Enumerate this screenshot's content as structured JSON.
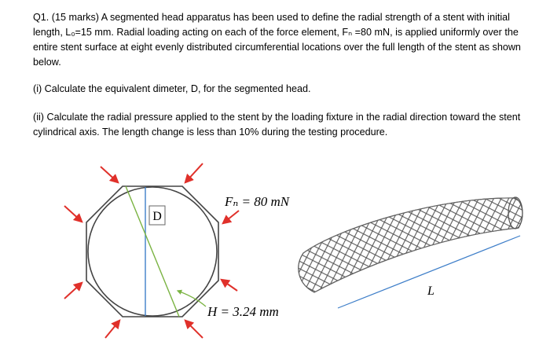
{
  "question": {
    "statement": "Q1. (15 marks) A segmented head apparatus has been used to define the radial strength of a stent with initial length, L₀=15 mm. Radial loading acting on each of the force element, Fₙ =80 mN, is applied uniformly over the entire stent surface at eight evenly distributed circumferential locations over the full length of the stent as shown below.",
    "part_i": "(i) Calculate the equivalent dimeter, D, for the segmented head.",
    "part_ii": "(ii) Calculate the radial pressure applied to the stent by the loading fixture in the radial direction toward the stent cylindrical axis. The length change is less than 10% during the testing procedure."
  },
  "figure": {
    "diameter_label": "D",
    "force_label": "Fₙ = 80 mN",
    "height_label": "H = 3.24 mm",
    "length_label": "L",
    "colors": {
      "arrow": "#e0302a",
      "diameter_line": "#3f7fc9",
      "diagonal_line": "#7ab342",
      "stent_axis": "#3f7fc9",
      "outline": "#444444"
    }
  }
}
